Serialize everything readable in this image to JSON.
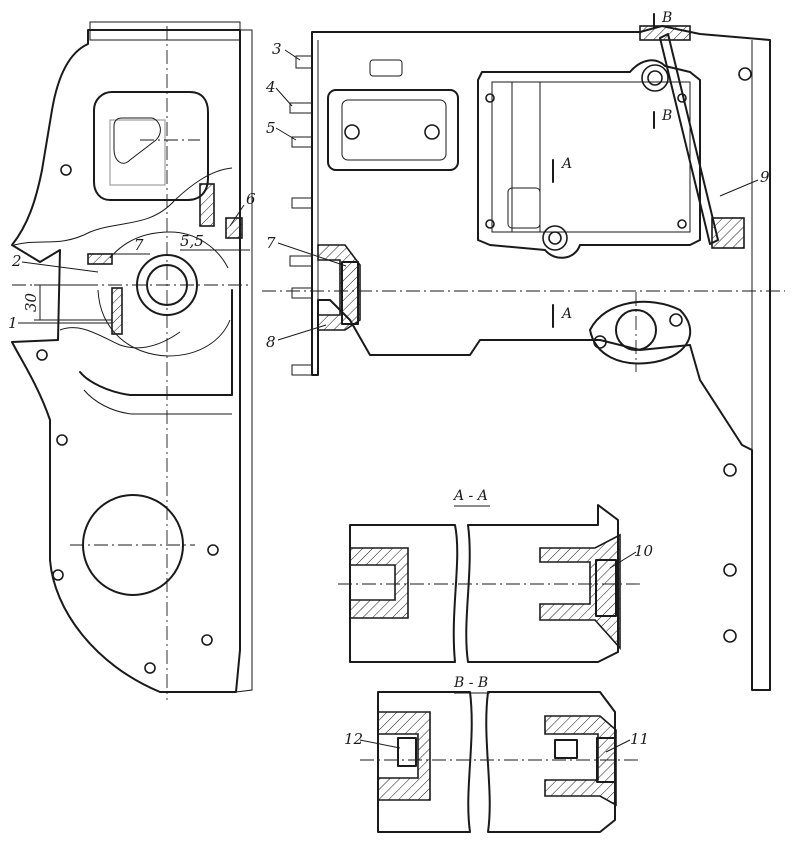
{
  "callouts": {
    "c1": "1",
    "c2": "2",
    "c3": "3",
    "c4": "4",
    "c5": "5",
    "c6": "6",
    "c7a": "7",
    "c7b": "7",
    "c8": "8",
    "c9": "9",
    "c10": "10",
    "c11": "11",
    "c12": "12"
  },
  "dimensions": {
    "d7": "7",
    "d55": "5,5",
    "d30": "30"
  },
  "sections": {
    "aa_title": "A - A",
    "bb_title": "B - B",
    "a_mark_top": "A",
    "a_mark_bottom": "A",
    "b_mark_top": "B",
    "b_mark_bottom": "B"
  }
}
